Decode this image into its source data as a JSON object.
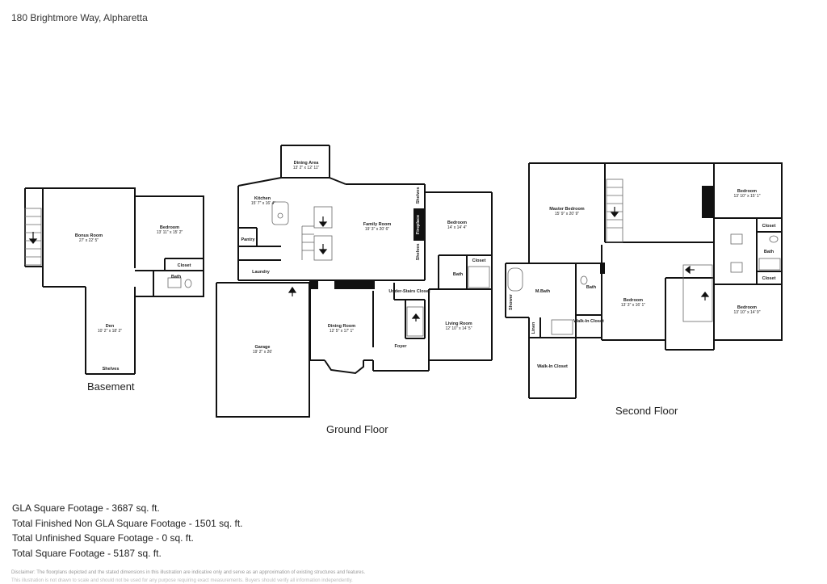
{
  "address": "180 Brightmore Way, Alpharetta",
  "floors": {
    "basement": {
      "title": "Basement",
      "rooms": {
        "bonus": {
          "name": "Bonus Room",
          "dims": "27' x 22' 5\""
        },
        "bedroom": {
          "name": "Bedroom",
          "dims": "13' 11\" x 15' 2\""
        },
        "closet": {
          "name": "Closet"
        },
        "bath": {
          "name": "Bath"
        },
        "den": {
          "name": "Den",
          "dims": "10' 2\" x 18' 2\""
        },
        "shelves": {
          "name": "Shelves"
        }
      }
    },
    "ground": {
      "title": "Ground Floor",
      "rooms": {
        "dining_area": {
          "name": "Dining Area",
          "dims": "13' 2\" x 12' 11\""
        },
        "kitchen": {
          "name": "Kitchen",
          "dims": "15' 7\" x 16' 4\""
        },
        "family": {
          "name": "Family Room",
          "dims": "19' 3\" x 20' 6\""
        },
        "bedroom": {
          "name": "Bedroom",
          "dims": "14' x 14' 4\""
        },
        "pantry": {
          "name": "Pantry"
        },
        "laundry": {
          "name": "Laundry"
        },
        "shelves_a": {
          "name": "Shelves"
        },
        "fireplace": {
          "name": "Fireplace"
        },
        "shelves_b": {
          "name": "Shelves"
        },
        "closet": {
          "name": "Closet"
        },
        "bath": {
          "name": "Bath"
        },
        "garage": {
          "name": "Garage",
          "dims": "19' 2\" x 26'"
        },
        "dining_room": {
          "name": "Dining Room",
          "dims": "12' 5\" x 17' 1\""
        },
        "under_stairs": {
          "name": "Under-Stairs Closet"
        },
        "living": {
          "name": "Living Room",
          "dims": "12' 10\" x 14' 5\""
        },
        "foyer": {
          "name": "Foyer"
        }
      }
    },
    "second": {
      "title": "Second Floor",
      "rooms": {
        "master": {
          "name": "Master Bedroom",
          "dims": "15' 9\" x 20' 9\""
        },
        "bedroom_ne": {
          "name": "Bedroom",
          "dims": "13' 10\" x 15' 1\""
        },
        "closet_a": {
          "name": "Closet"
        },
        "bath_e": {
          "name": "Bath"
        },
        "closet_b": {
          "name": "Closet"
        },
        "mbath": {
          "name": "M.Bath"
        },
        "shower": {
          "name": "Shower"
        },
        "linen": {
          "name": "Linen"
        },
        "bath_mid": {
          "name": "Bath"
        },
        "walkin_a": {
          "name": "Walk-In Closet"
        },
        "bedroom_mid": {
          "name": "Bedroom",
          "dims": "13' 3\" x 16' 1\""
        },
        "bedroom_se": {
          "name": "Bedroom",
          "dims": "13' 10\" x 14' 9\""
        },
        "walkin_b": {
          "name": "Walk-In Closet"
        }
      }
    }
  },
  "stats": {
    "gla": "GLA Square Footage - 3687 sq. ft.",
    "non_gla": "Total Finished Non GLA Square Footage - 1501 sq. ft.",
    "unfinished": "Total Unfinished Square Footage - 0 sq. ft.",
    "total": "Total Square Footage - 5187 sq. ft."
  },
  "disclaimer": "Disclaimer: The floorplans depicted and the stated dimensions in this illustration are indicative only and serve as an approximation of existing structures and features.",
  "disclaimer2": "This illustration is not drawn to scale and should not be used for any purpose requiring exact measurements. Buyers should verify all information independently."
}
